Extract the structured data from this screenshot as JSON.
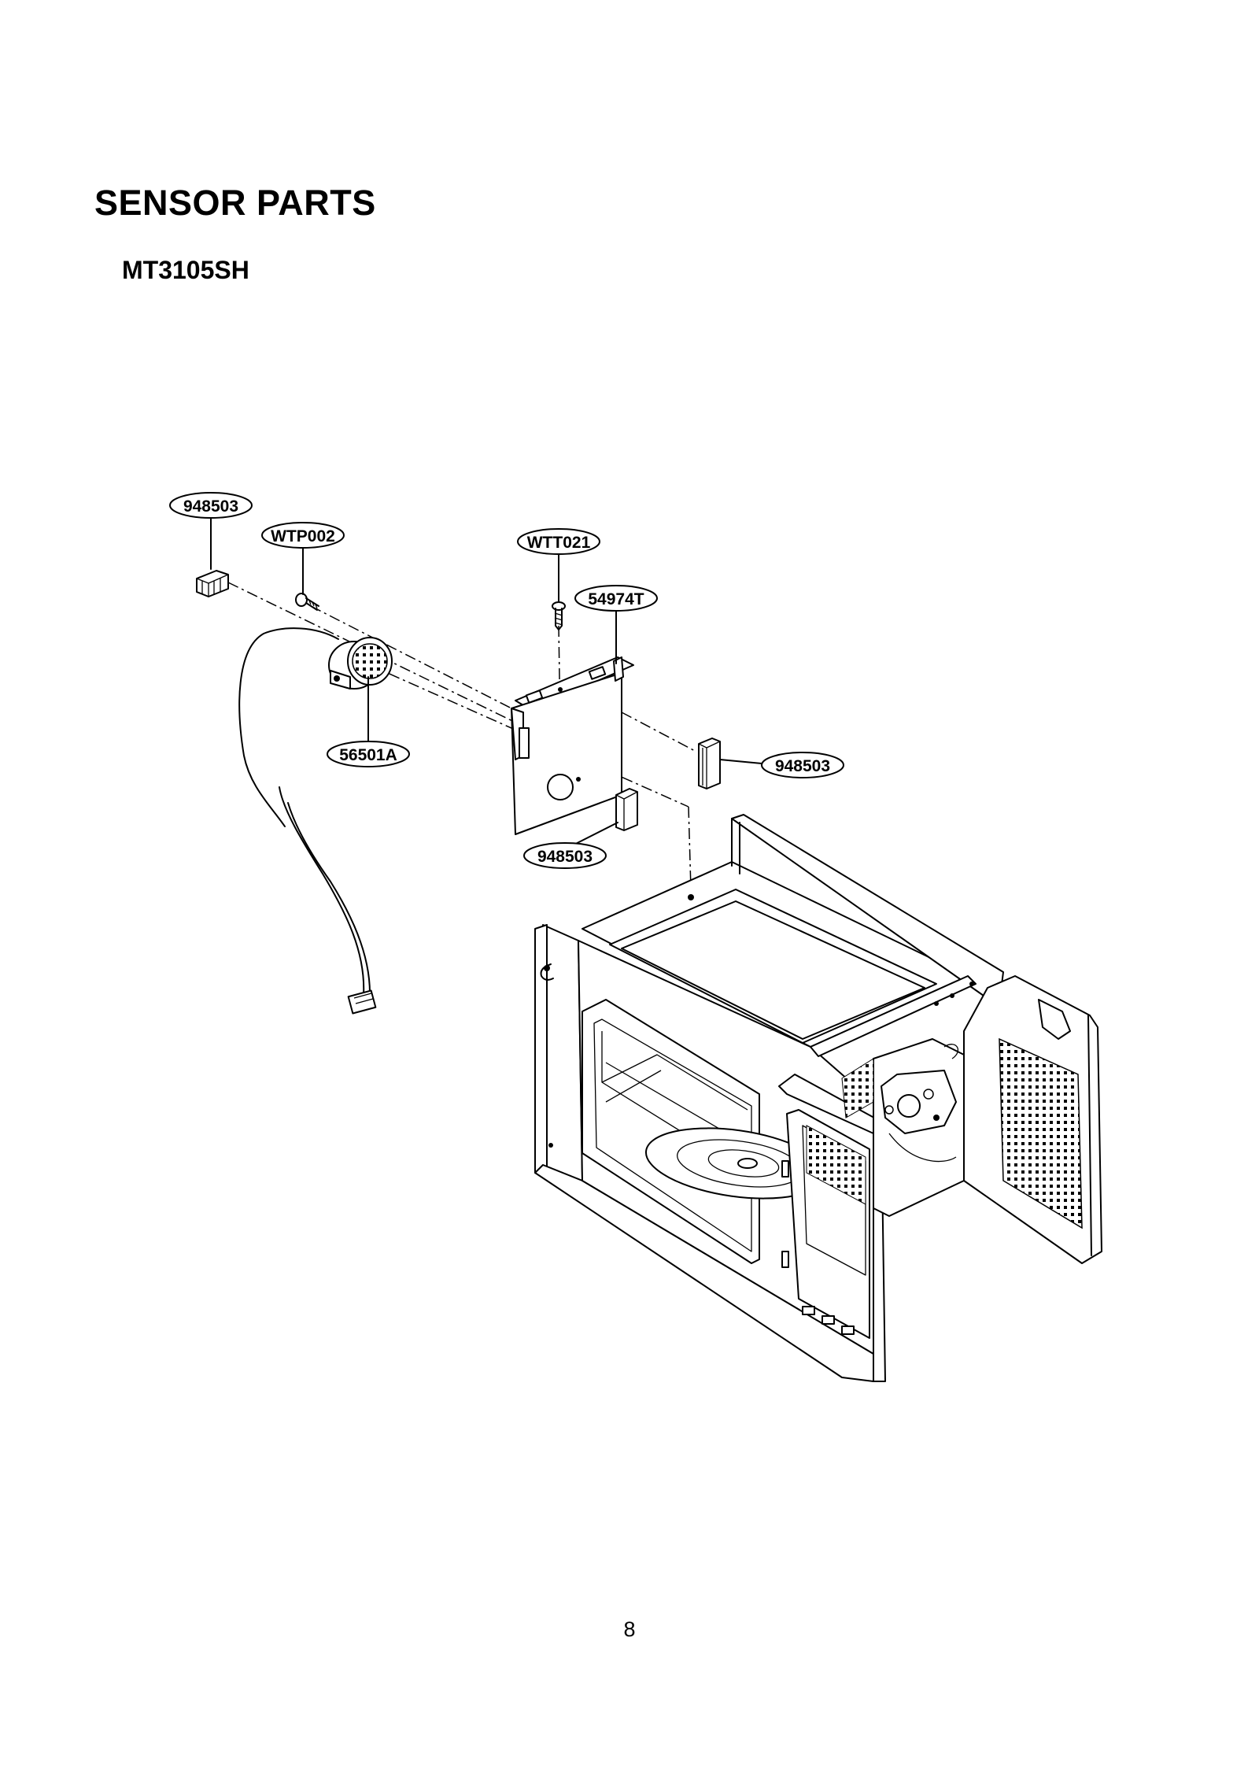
{
  "header": {
    "title": "SENSOR PARTS",
    "model": "MT3105SH"
  },
  "callouts": [
    {
      "id": "pad-top-left",
      "label": "948503"
    },
    {
      "id": "screw-wtp",
      "label": "WTP002"
    },
    {
      "id": "screw-wtt",
      "label": "WTT021"
    },
    {
      "id": "bracket",
      "label": "54974T"
    },
    {
      "id": "pad-right",
      "label": "948503"
    },
    {
      "id": "sensor",
      "label": "56501A"
    },
    {
      "id": "pad-bottom",
      "label": "948503"
    }
  ],
  "footer": {
    "page_number": "8"
  }
}
